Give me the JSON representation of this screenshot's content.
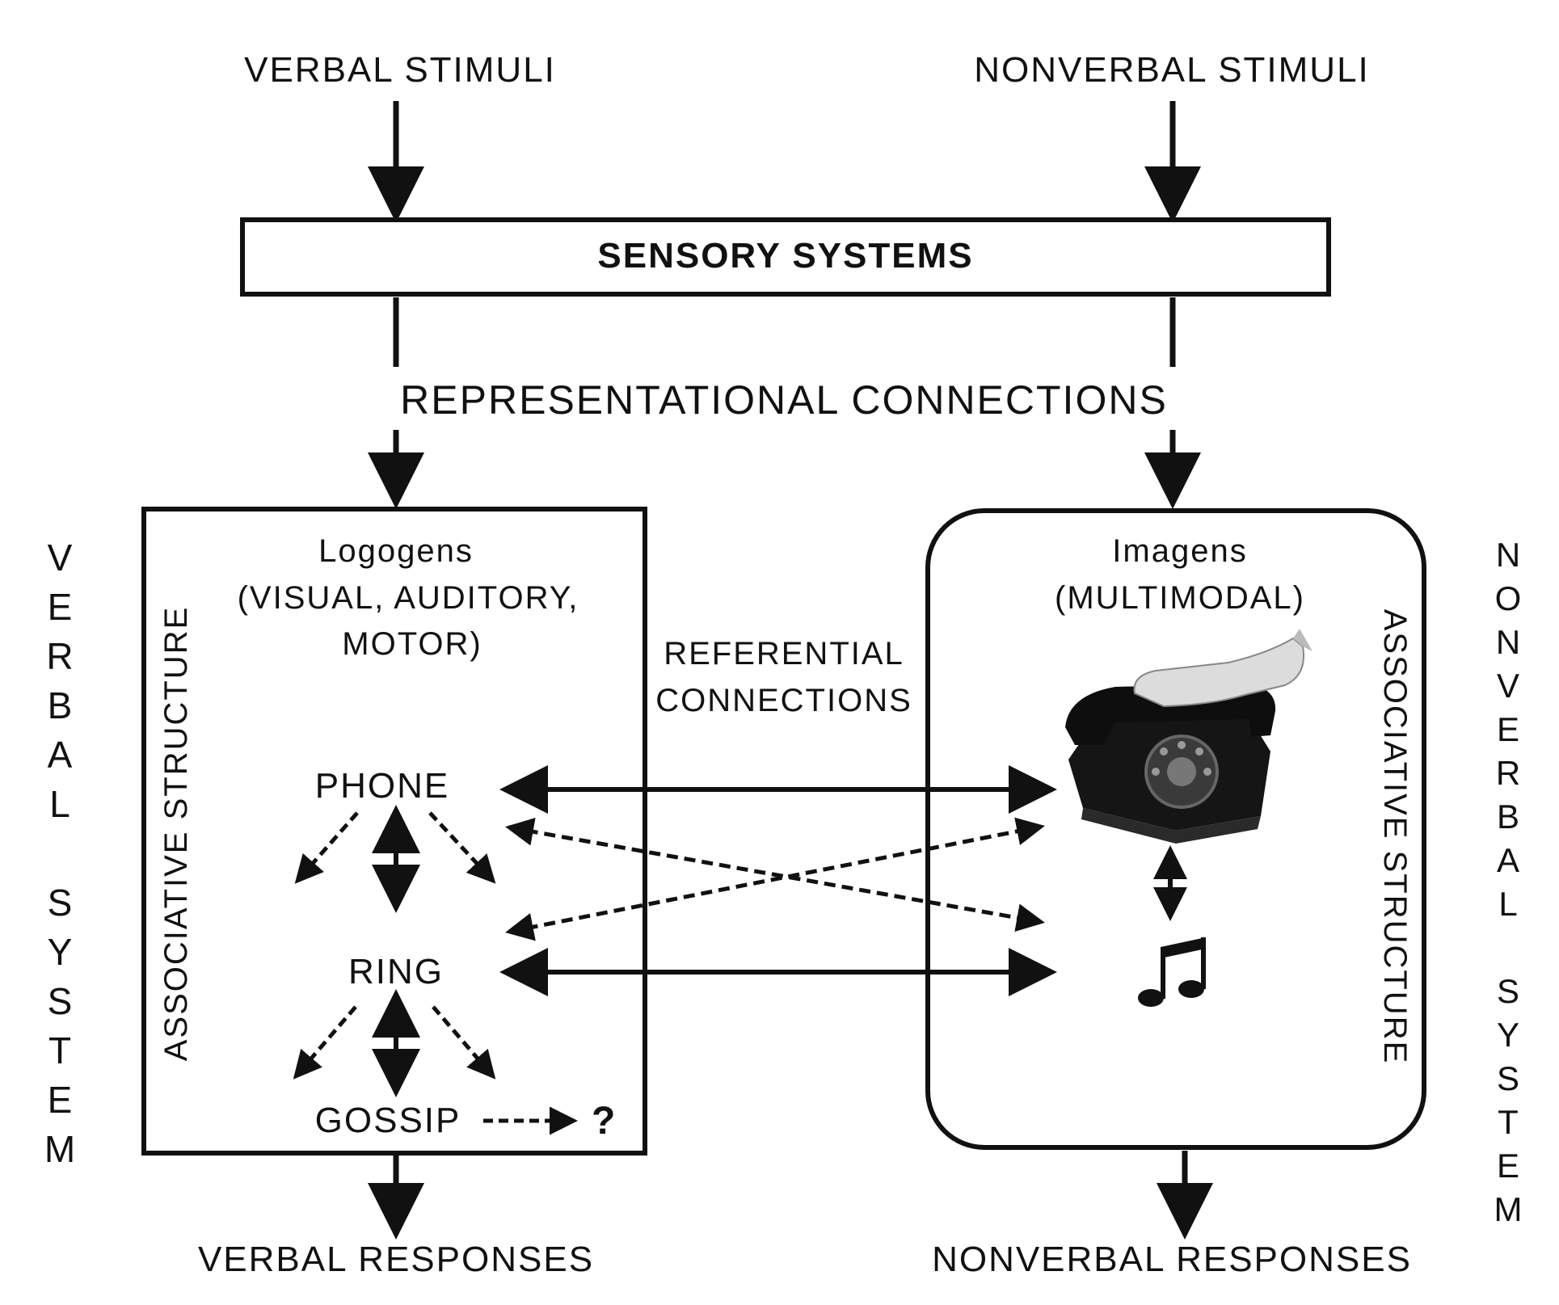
{
  "inputs": {
    "verbal_stimuli": "VERBAL STIMULI",
    "nonverbal_stimuli": "NONVERBAL STIMULI"
  },
  "sensory_systems": "SENSORY SYSTEMS",
  "representational_connections": "REPRESENTATIONAL CONNECTIONS",
  "referential_connections": {
    "line1": "REFERENTIAL",
    "line2": "CONNECTIONS"
  },
  "verbal_box": {
    "title": "Logogens",
    "subtitle_line1": "(VISUAL, AUDITORY,",
    "subtitle_line2": "MOTOR)",
    "associative_structure": "ASSOCIATIVE STRUCTURE",
    "nodes": {
      "phone": "PHONE",
      "ring": "RING",
      "gossip": "GOSSIP",
      "unknown": "?"
    }
  },
  "nonverbal_box": {
    "title": "Imagens",
    "subtitle": "(MULTIMODAL)",
    "associative_structure": "ASSOCIATIVE STRUCTURE",
    "image_phone": "telephone-image",
    "image_music": "music-note-icon"
  },
  "side_labels": {
    "verbal_system": "V\nE\nR\nB\nA\nL\n\nS\nY\nS\nT\nE\nM",
    "nonverbal_system": "N\nO\nN\nV\nE\nR\nB\nA\nL\n\nS\nY\nS\nT\nE\nM"
  },
  "outputs": {
    "verbal_responses": "VERBAL RESPONSES",
    "nonverbal_responses": "NONVERBAL RESPONSES"
  }
}
